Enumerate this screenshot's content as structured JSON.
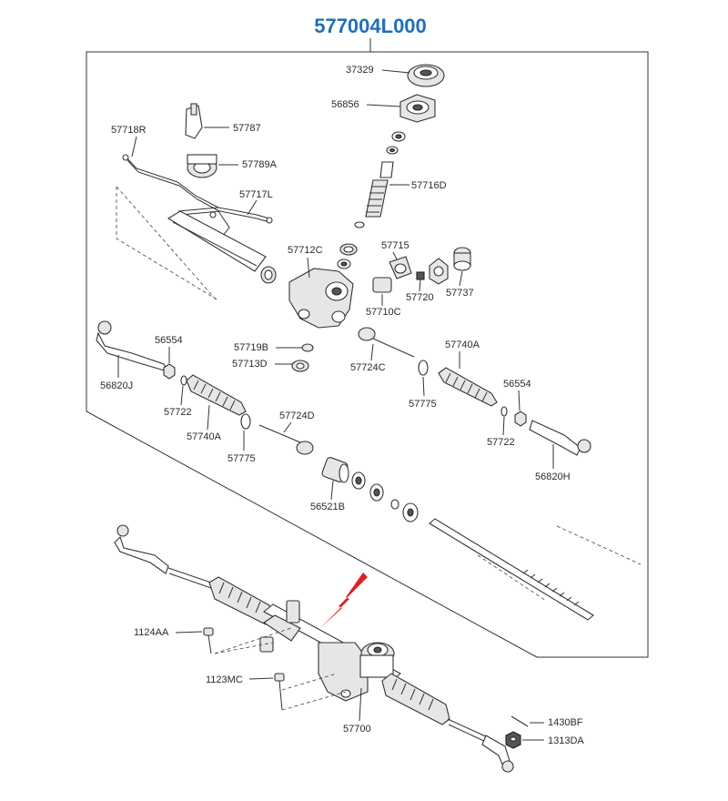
{
  "diagram": {
    "title": "577004L000",
    "accent_color": "#1f6fb8",
    "pointer_color": "#e02020",
    "labels": {
      "l37329": "37329",
      "l56856": "56856",
      "l57718R": "57718R",
      "l57787": "57787",
      "l57789A": "57789A",
      "l57716D": "57716D",
      "l57717L": "57717L",
      "l57715": "57715",
      "l57712C": "57712C",
      "l57720": "57720",
      "l57737": "57737",
      "l57710C": "57710C",
      "l56554_left": "56554",
      "l57719B": "57719B",
      "l57713D": "57713D",
      "l57724C": "57724C",
      "l57740A_right": "57740A",
      "l56820J": "56820J",
      "l57722_left": "57722",
      "l57740A_left": "57740A",
      "l57724D": "57724D",
      "l57775_left": "57775",
      "l57775_right": "57775",
      "l56554_right": "56554",
      "l57722_right": "57722",
      "l56820H": "56820H",
      "l56521B": "56521B",
      "l1124AA": "1124AA",
      "l1123MC": "1123MC",
      "l57700": "57700",
      "l1430BF": "1430BF",
      "l1313DA": "1313DA"
    }
  }
}
